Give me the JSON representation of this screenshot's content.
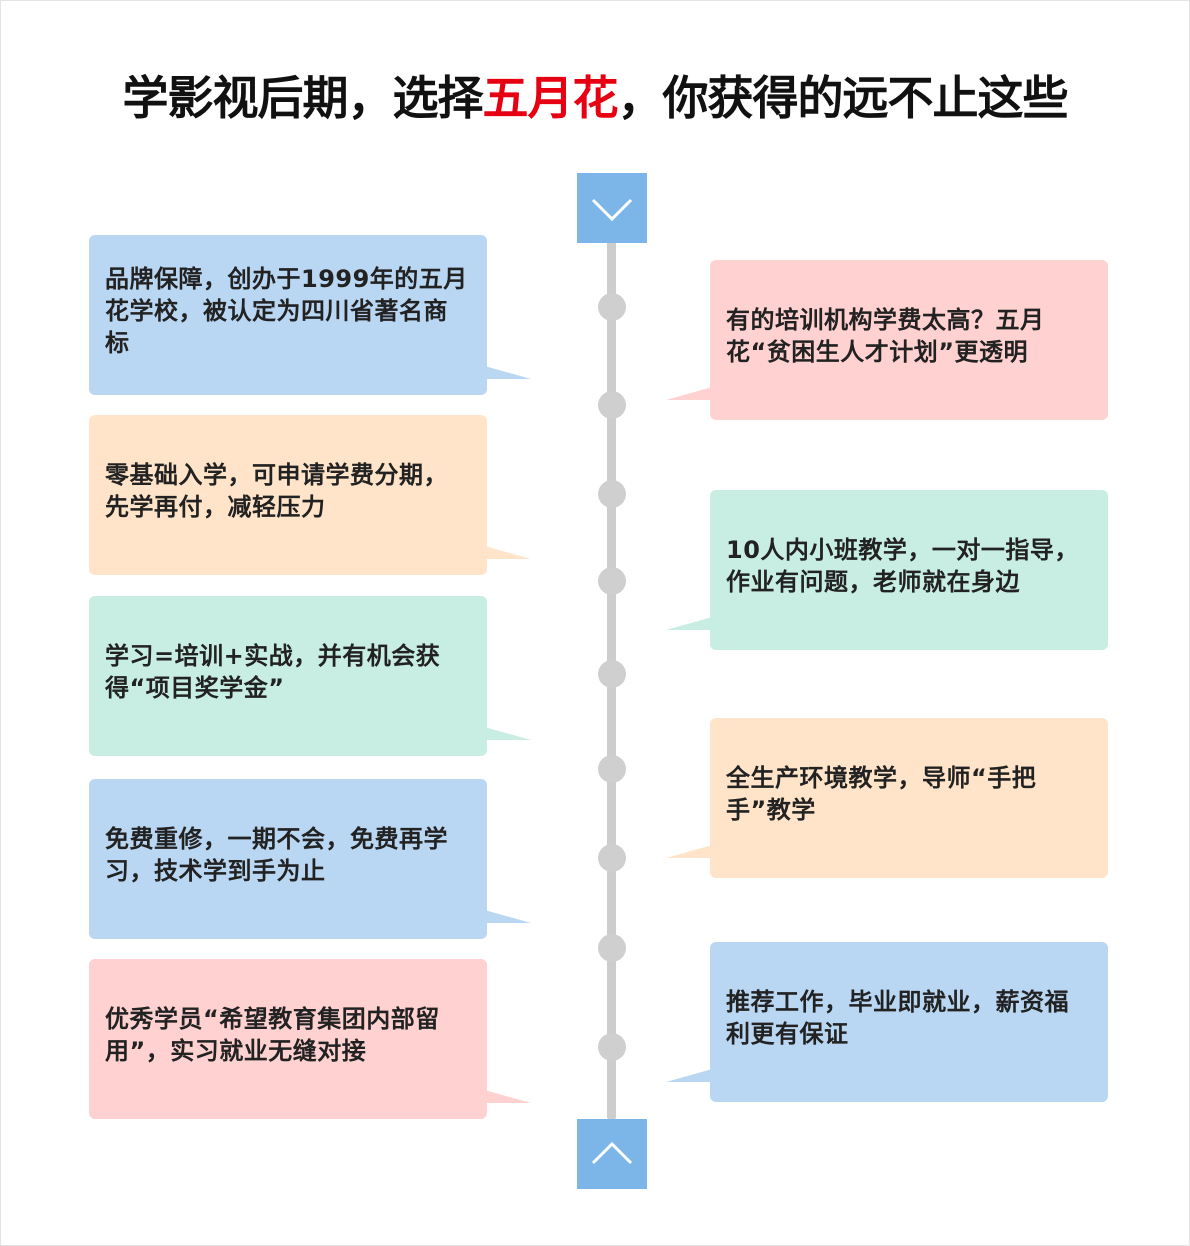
{
  "title": {
    "part1": "学影视后期，选择",
    "highlight": "五月花",
    "part2": "，你获得的远不止这些"
  },
  "colors": {
    "highlight": "#e60012",
    "cap": "#7cb6e8",
    "blue": "#b9d7f3",
    "pink": "#ffd1d1",
    "peach": "#ffe4c9",
    "mint": "#c8eee3"
  },
  "timeline": {
    "top_icon": "chevron-down-icon",
    "bottom_icon": "chevron-up-icon"
  },
  "left_cards": [
    {
      "text": "品牌保障，创办于1999年的五月花学校，被认定为四川省著名商标",
      "color": "blue"
    },
    {
      "text": "零基础入学，可申请学费分期，先学再付，减轻压力",
      "color": "peach"
    },
    {
      "text": "学习=培训+实战，并有机会获得“项目奖学金”",
      "color": "mint"
    },
    {
      "text": "免费重修，一期不会，免费再学习，技术学到手为止",
      "color": "blue"
    },
    {
      "text": "优秀学员“希望教育集团内部留用”，实习就业无缝对接",
      "color": "pink"
    }
  ],
  "right_cards": [
    {
      "text": "有的培训机构学费太高？五月花“贫困生人才计划”更透明",
      "color": "pink"
    },
    {
      "text": "10人内小班教学，一对一指导，作业有问题，老师就在身边",
      "color": "mint"
    },
    {
      "text": "全生产环境教学，导师“手把手”教学",
      "color": "peach"
    },
    {
      "text": "推荐工作，毕业即就业，薪资福利更有保证",
      "color": "blue"
    }
  ]
}
